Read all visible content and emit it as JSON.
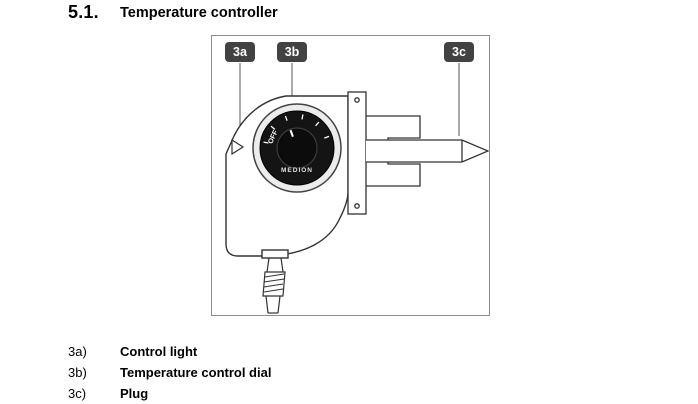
{
  "header": {
    "section_number": "5.1.",
    "section_title": "Temperature controller"
  },
  "figure": {
    "callouts": [
      {
        "id": "3a"
      },
      {
        "id": "3b"
      },
      {
        "id": "3c"
      }
    ],
    "dial": {
      "brand": "MEDION",
      "off_label": "OFF"
    }
  },
  "legend": {
    "items": [
      {
        "key": "3a)",
        "label": "Control light"
      },
      {
        "key": "3b)",
        "label": "Temperature control dial"
      },
      {
        "key": "3c)",
        "label": "Plug"
      }
    ]
  },
  "colors": {
    "badge_background": "#424242",
    "figure_border": "#8c8c8c",
    "line_art": "#333333"
  }
}
